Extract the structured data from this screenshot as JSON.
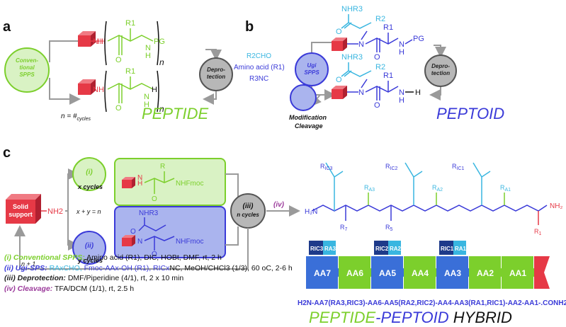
{
  "panels": {
    "a": "a",
    "b": "b",
    "c": "c"
  },
  "colors": {
    "green": "#7ccf2c",
    "blue": "#3a3ad8",
    "cyan": "#39b6e0",
    "red": "#e63946",
    "purple": "#9b3a9b",
    "gray": "#9a9a9a"
  },
  "panel_a": {
    "cycle_label": "Conven-\ntional\nSPPS",
    "deprotection_label": "Depro-\ntection",
    "r1": "R1",
    "pg": "PG",
    "n": "n",
    "nh": "N",
    "h": "H",
    "cycles_text": "n = #",
    "cycles_sub": "cycles",
    "title": "PEPTIDE"
  },
  "panel_b": {
    "reagent_r2cho": "R2CHO",
    "reagent_amino": "Amino acid (R1)",
    "reagent_r3nc": "R3NC",
    "cycle_label": "Ugi\nSPPS",
    "deprotection_label": "Depro-\ntection",
    "nhr3": "NHR3",
    "r2": "R2",
    "r1": "R1",
    "pg": "PG",
    "modification": "Modification",
    "cleavage": "Cleavage",
    "title": "PEPTOID"
  },
  "panel_c": {
    "support": "Solid\nsupport",
    "nh2": "NH2",
    "i_label": "(i)",
    "x_cycles": "x cycles",
    "ii_label": "(ii)",
    "y_cycles": "y cycles",
    "xy": "x + y = n",
    "iii_label": "(iii)",
    "n_cycles": "n cycles",
    "iv_label": "(iv)",
    "n_plus": "n + 1",
    "nhfmoc": "NHFmoc",
    "nhr3": "NHR3"
  },
  "conditions": [
    {
      "label": "(i) Conventional SPPS:",
      "text": " Amino acid (R1), DIC, HOBt, DMF, rt, 2 h"
    },
    {
      "label": "(ii) Ugi-SPS:",
      "r_ax": " RAx",
      "cho": "CHO, ",
      "fmoc": "Fmoc-AAx-OH (R1), ",
      "r_icx": "RICx",
      "text": "NC, MeOH/CHCl3 (1/3), 60 oC, 2-6 h"
    },
    {
      "label": "(iii) Deprotection:",
      "text": " DMF/Piperidine (4/1), rt, 2 x 10 min"
    },
    {
      "label": "(iv) Cleavage:",
      "text": " TFA/DCM (1/1), rt, 2.5 h"
    }
  ],
  "hybrid": {
    "puzzle_labels": [
      "AA7",
      "AA6",
      "AA5",
      "AA4",
      "AA3",
      "AA2",
      "AA1"
    ],
    "ric_labels": [
      "RIC3",
      "RIC2",
      "RIC1"
    ],
    "ra_labels": [
      "RA3",
      "RA2",
      "RA1"
    ],
    "sequence": "H2N-AA7(RA3,RIC3)-AA6-AA5(RA2,RIC2)-AA4-AA3(RA1,RIC1)-AA2-AA1-.CONH2",
    "title_peptide": "PEPTIDE",
    "title_dash": "-",
    "title_peptoid": "PEPTOID",
    "title_hybrid": " HYBRID"
  }
}
